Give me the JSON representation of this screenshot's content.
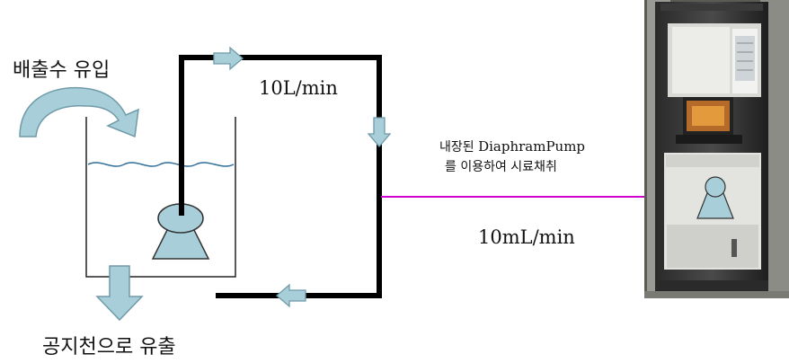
{
  "labels": {
    "inflow": "배출수 유입",
    "outflow": "공지천으로 유출",
    "flow_main": "10L/min",
    "flow_sample": "10mL/min",
    "pump_line1_prefix": "내장된 ",
    "pump_line1_name": "DiaphramPump",
    "pump_line2": "를 이용하여 시료채취"
  },
  "colors": {
    "pipe": "#000000",
    "arrow_fill": "#a8cfd9",
    "arrow_stroke": "#6f9aa8",
    "water": "#2f6f9a",
    "sample_line": "#d000d0",
    "tank": "#222222"
  }
}
